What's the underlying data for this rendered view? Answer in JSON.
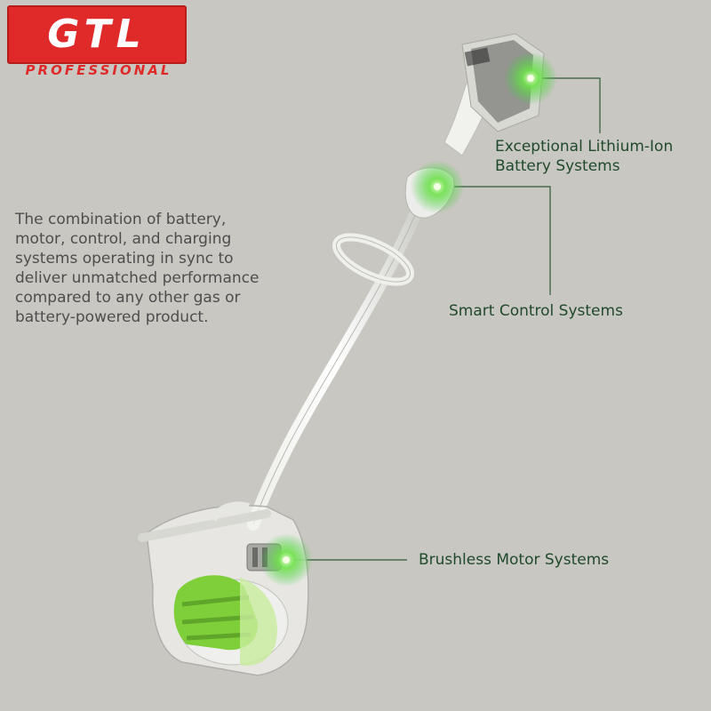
{
  "brand": {
    "logo_text": "GTL",
    "logo_subtitle": "PROFESSIONAL"
  },
  "description": {
    "lines": [
      "The combination of battery,",
      "motor, control, and charging",
      "systems operating in sync to",
      "deliver unmatched performance",
      "compared to any other gas or",
      "battery-powered product."
    ]
  },
  "callouts": {
    "battery": {
      "line1": "Exceptional Lithium-Ion",
      "line2": "Battery Systems"
    },
    "control": {
      "label": "Smart Control Systems"
    },
    "motor": {
      "label": "Brushless Motor Systems"
    }
  },
  "colors": {
    "brand_red": "#e02a2a",
    "callout_text": "#1f4a2c",
    "accent_green": "#7bd42a",
    "background": "#c9c7c1"
  }
}
